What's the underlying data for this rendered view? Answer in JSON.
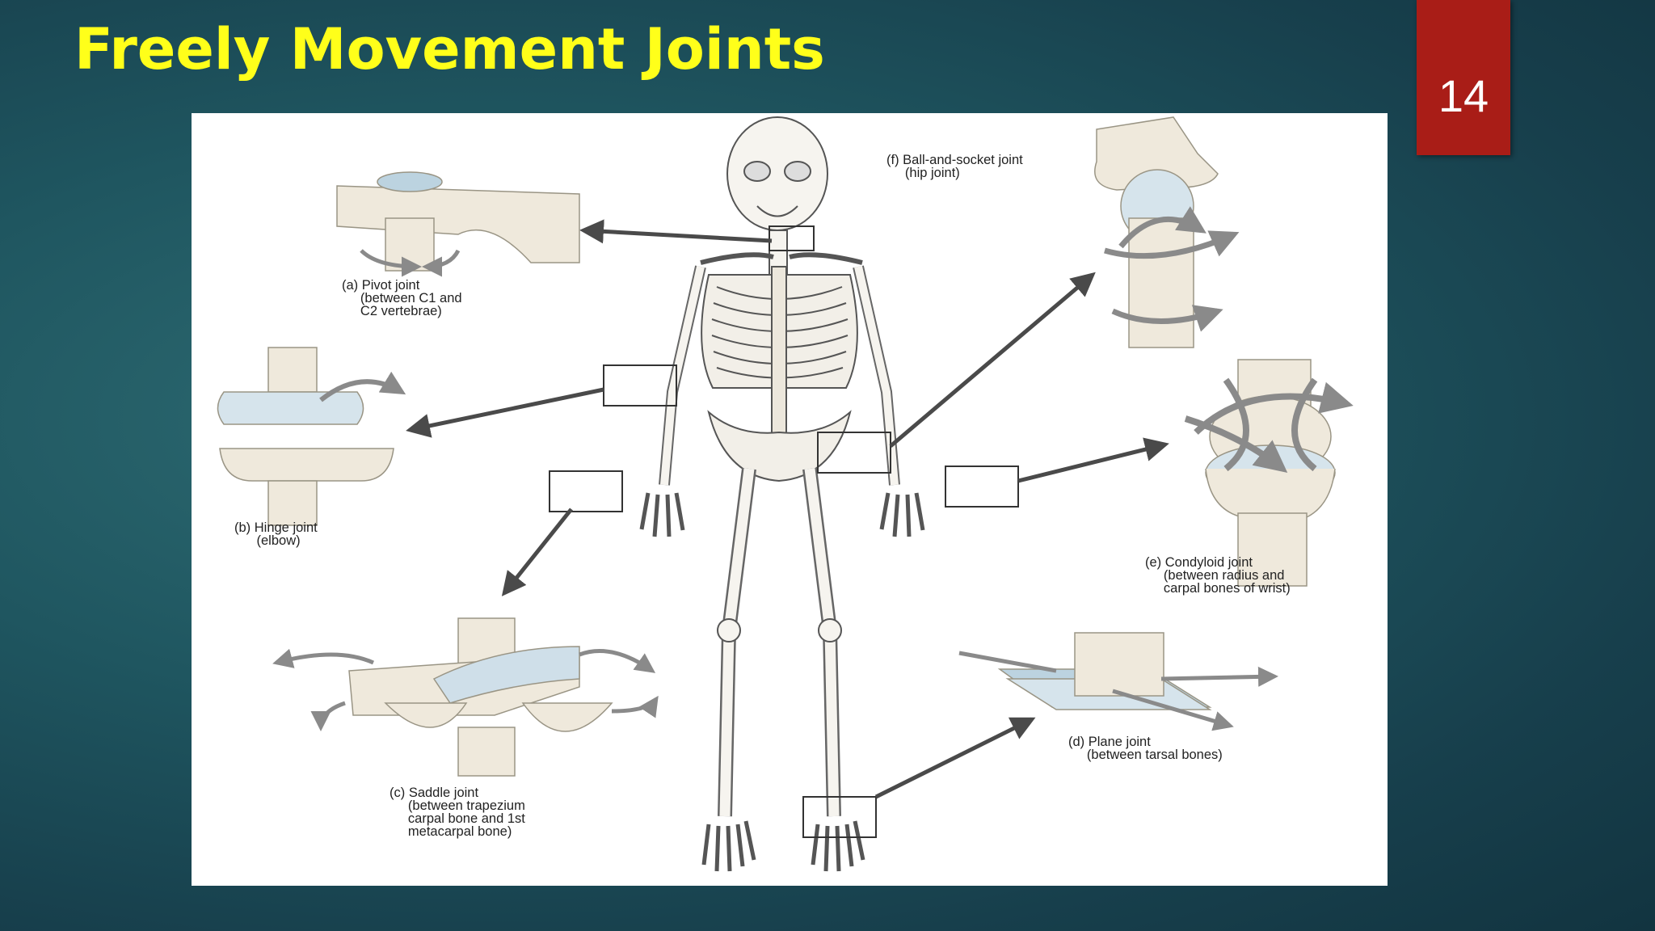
{
  "slide": {
    "title": "Freely Movement Joints",
    "page_number": "14"
  },
  "colors": {
    "title": "#ffff1a",
    "page_tab": "#a91d17",
    "bone": "#efe9dc",
    "cartilage": "#bcd3e0",
    "arrow": "#5a5a5a"
  },
  "figure": {
    "captions": {
      "pivot": "(a) Pivot joint\n     (between C1 and\n     C2 vertebrae)",
      "hinge": "(b) Hinge joint\n      (elbow)",
      "saddle": "(c) Saddle joint\n     (between trapezium\n     carpal bone and 1st\n     metacarpal bone)",
      "plane": "(d) Plane joint\n     (between tarsal bones)",
      "condyloid": "(e) Condyloid joint\n     (between radius and\n     carpal bones of wrist)",
      "ball_socket": "(f) Ball-and-socket joint\n     (hip joint)"
    }
  }
}
